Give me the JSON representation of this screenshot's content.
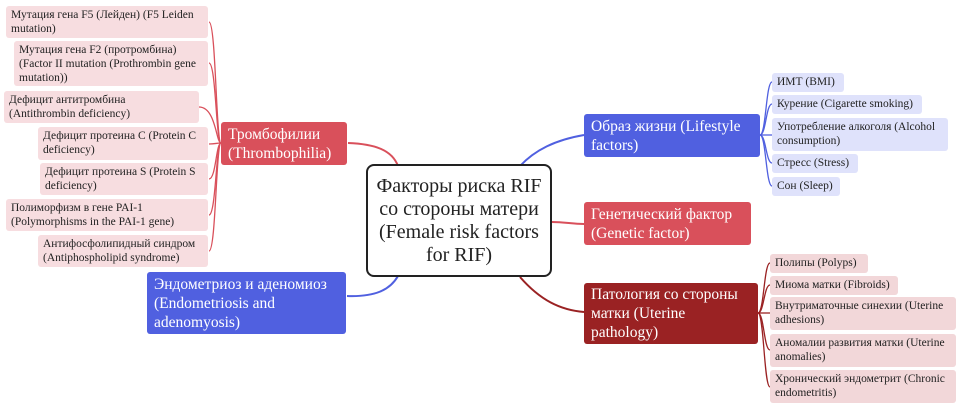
{
  "central": "Факторы риска RIF со стороны матери (Female risk factors for RIF)",
  "branches": {
    "thrombophilia": {
      "label": "Тромбофилии (Thrombophilia)",
      "color": "#d9505b",
      "leaves": [
        "Мутация гена F5 (Лейден) (F5 Leiden mutation)",
        "Мутация гена F2 (протромбина) (Factor II mutation (Prothrombin gene mutation))",
        "Дефицит антитромбина (Antithrombin deficiency)",
        "Дефицит протеина С (Protein C deficiency)",
        "Дефицит протеина S (Protein S deficiency)",
        "Полиморфизм в гене PAI-1 (Polymorphisms in the PAI-1 gene)",
        "Антифосфолипидный синдром (Antiphospholipid syndrome)"
      ]
    },
    "endometriosis": {
      "label": "Эндометриоз и аденомиоз (Endometriosis and adenomyosis)",
      "color": "#5060e0"
    },
    "lifestyle": {
      "label": "Образ жизни (Lifestyle factors)",
      "color": "#5060e0",
      "leaves": [
        "ИМТ (BMI)",
        "Курение (Cigarette smoking)",
        "Употребление алкоголя (Alcohol consumption)",
        "Стресс (Stress)",
        "Сон (Sleep)"
      ]
    },
    "genetic": {
      "label": "Генетический фактор (Genetic factor)",
      "color": "#d9505b"
    },
    "uterine": {
      "label": "Патология со стороны матки (Uterine pathology)",
      "color": "#9a2223",
      "leaves": [
        "Полипы (Polyps)",
        "Миома матки (Fibroids)",
        "Внутриматочные синехии (Uterine adhesions)",
        "Аномалии развития матки (Uterine anomalies)",
        "Хронический эндометрит (Chronic endometritis)"
      ]
    }
  }
}
